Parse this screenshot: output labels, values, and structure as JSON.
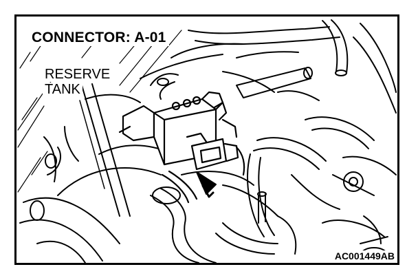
{
  "figure": {
    "title": "CONNECTOR: A-01",
    "labels": {
      "reserve": "RESERVE",
      "tank": "TANK"
    },
    "figure_code": "AC001449AB"
  },
  "colors": {
    "line": "#000000",
    "background": "#ffffff"
  }
}
